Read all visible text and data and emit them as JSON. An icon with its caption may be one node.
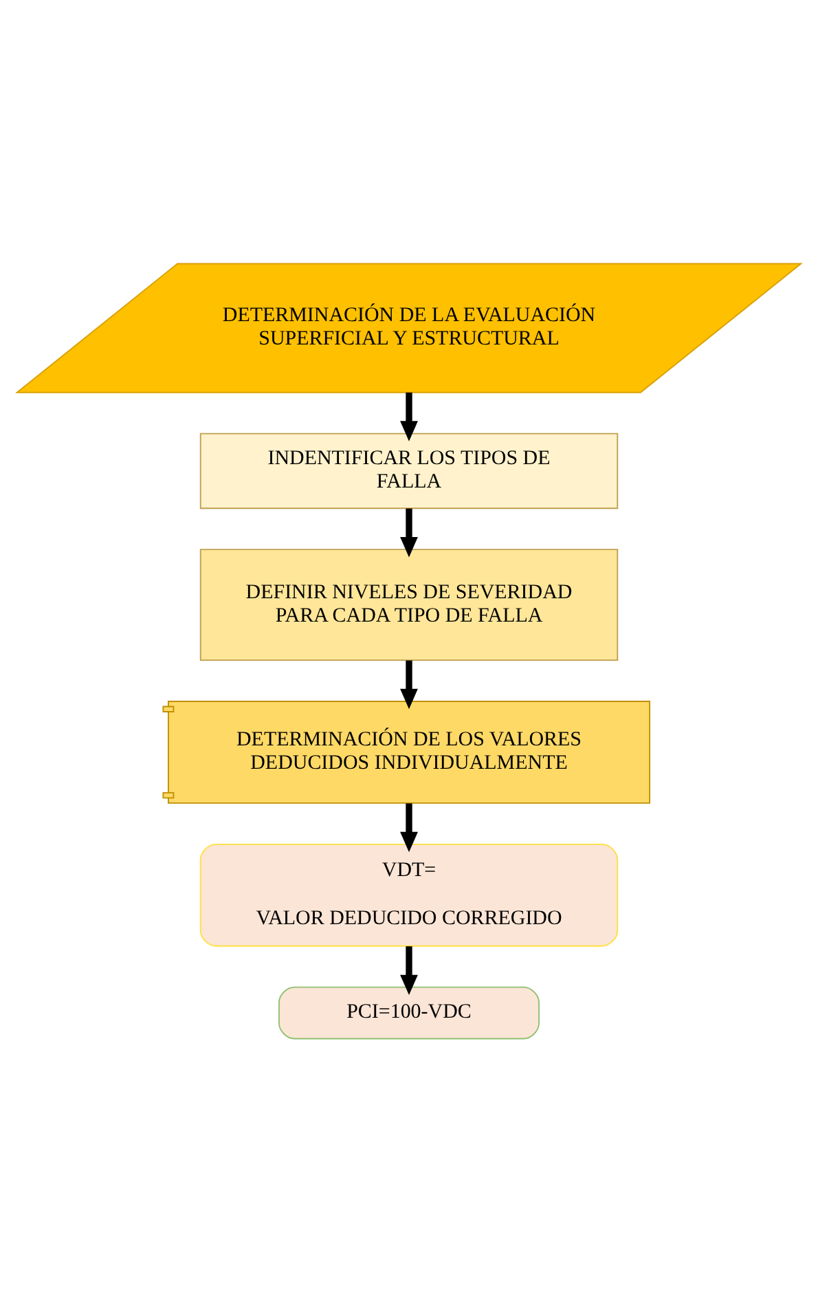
{
  "diagram": {
    "nodes": [
      {
        "text": [
          "DETERMINACIÓN DE LA EVALUACIÓN SUPERFICIAL Y ESTRUCTURAL"
        ]
      },
      {
        "text": [
          "INDENTIFICAR LOS TIPOS DE FALLA"
        ]
      },
      {
        "text": [
          "DEFINIR NIVELES DE SEVERIDAD PARA CADA TIPO DE FALLA"
        ]
      },
      {
        "text": [
          "DETERMINACIÓN DE LOS VALORES DEDUCIDOS INDIVIDUALMENTE"
        ]
      },
      {
        "text": [
          "VDT=",
          "VALOR DEDUCIDO CORREGIDO"
        ]
      },
      {
        "text": [
          "PCI=100-VDC"
        ]
      }
    ],
    "edges": [
      {
        "from": 0,
        "to": 1,
        "arrow": "to"
      },
      {
        "from": 1,
        "to": 2,
        "arrow": "to"
      },
      {
        "from": 2,
        "to": 3,
        "arrow": "to"
      },
      {
        "from": 3,
        "to": 4,
        "arrow": "to"
      },
      {
        "from": 4,
        "to": 5,
        "arrow": "to"
      }
    ]
  }
}
